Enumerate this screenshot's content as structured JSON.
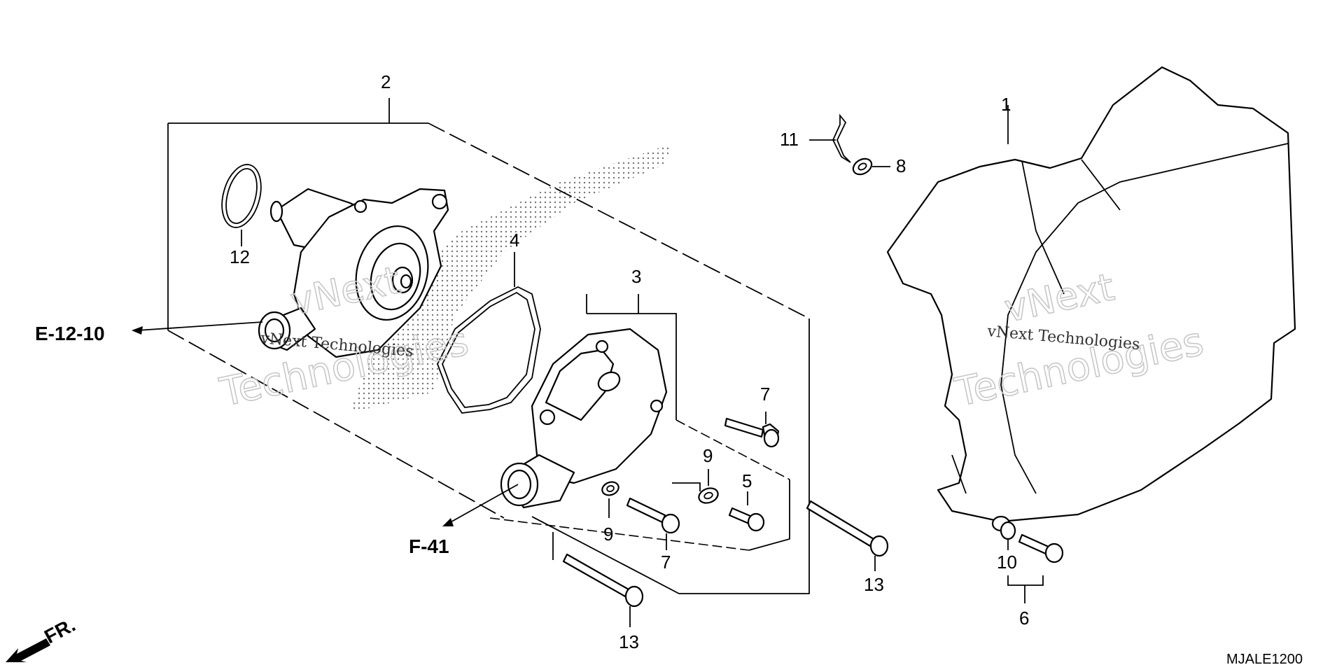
{
  "callouts": {
    "p1": "1",
    "p2": "2",
    "p3": "3",
    "p4": "4",
    "p5": "5",
    "p6": "6",
    "p7a": "7",
    "p7b": "7",
    "p8": "8",
    "p9a": "9",
    "p9b": "9",
    "p10": "10",
    "p11": "11",
    "p12": "12",
    "p13a": "13",
    "p13b": "13"
  },
  "references": {
    "e_ref": "E-12-10",
    "f_ref": "F-41",
    "front": "FR."
  },
  "diagram_code": "MJALE1200",
  "watermark": {
    "brand_line": "vNext Technologies",
    "word1": "vNext",
    "word2": "Technologies"
  }
}
